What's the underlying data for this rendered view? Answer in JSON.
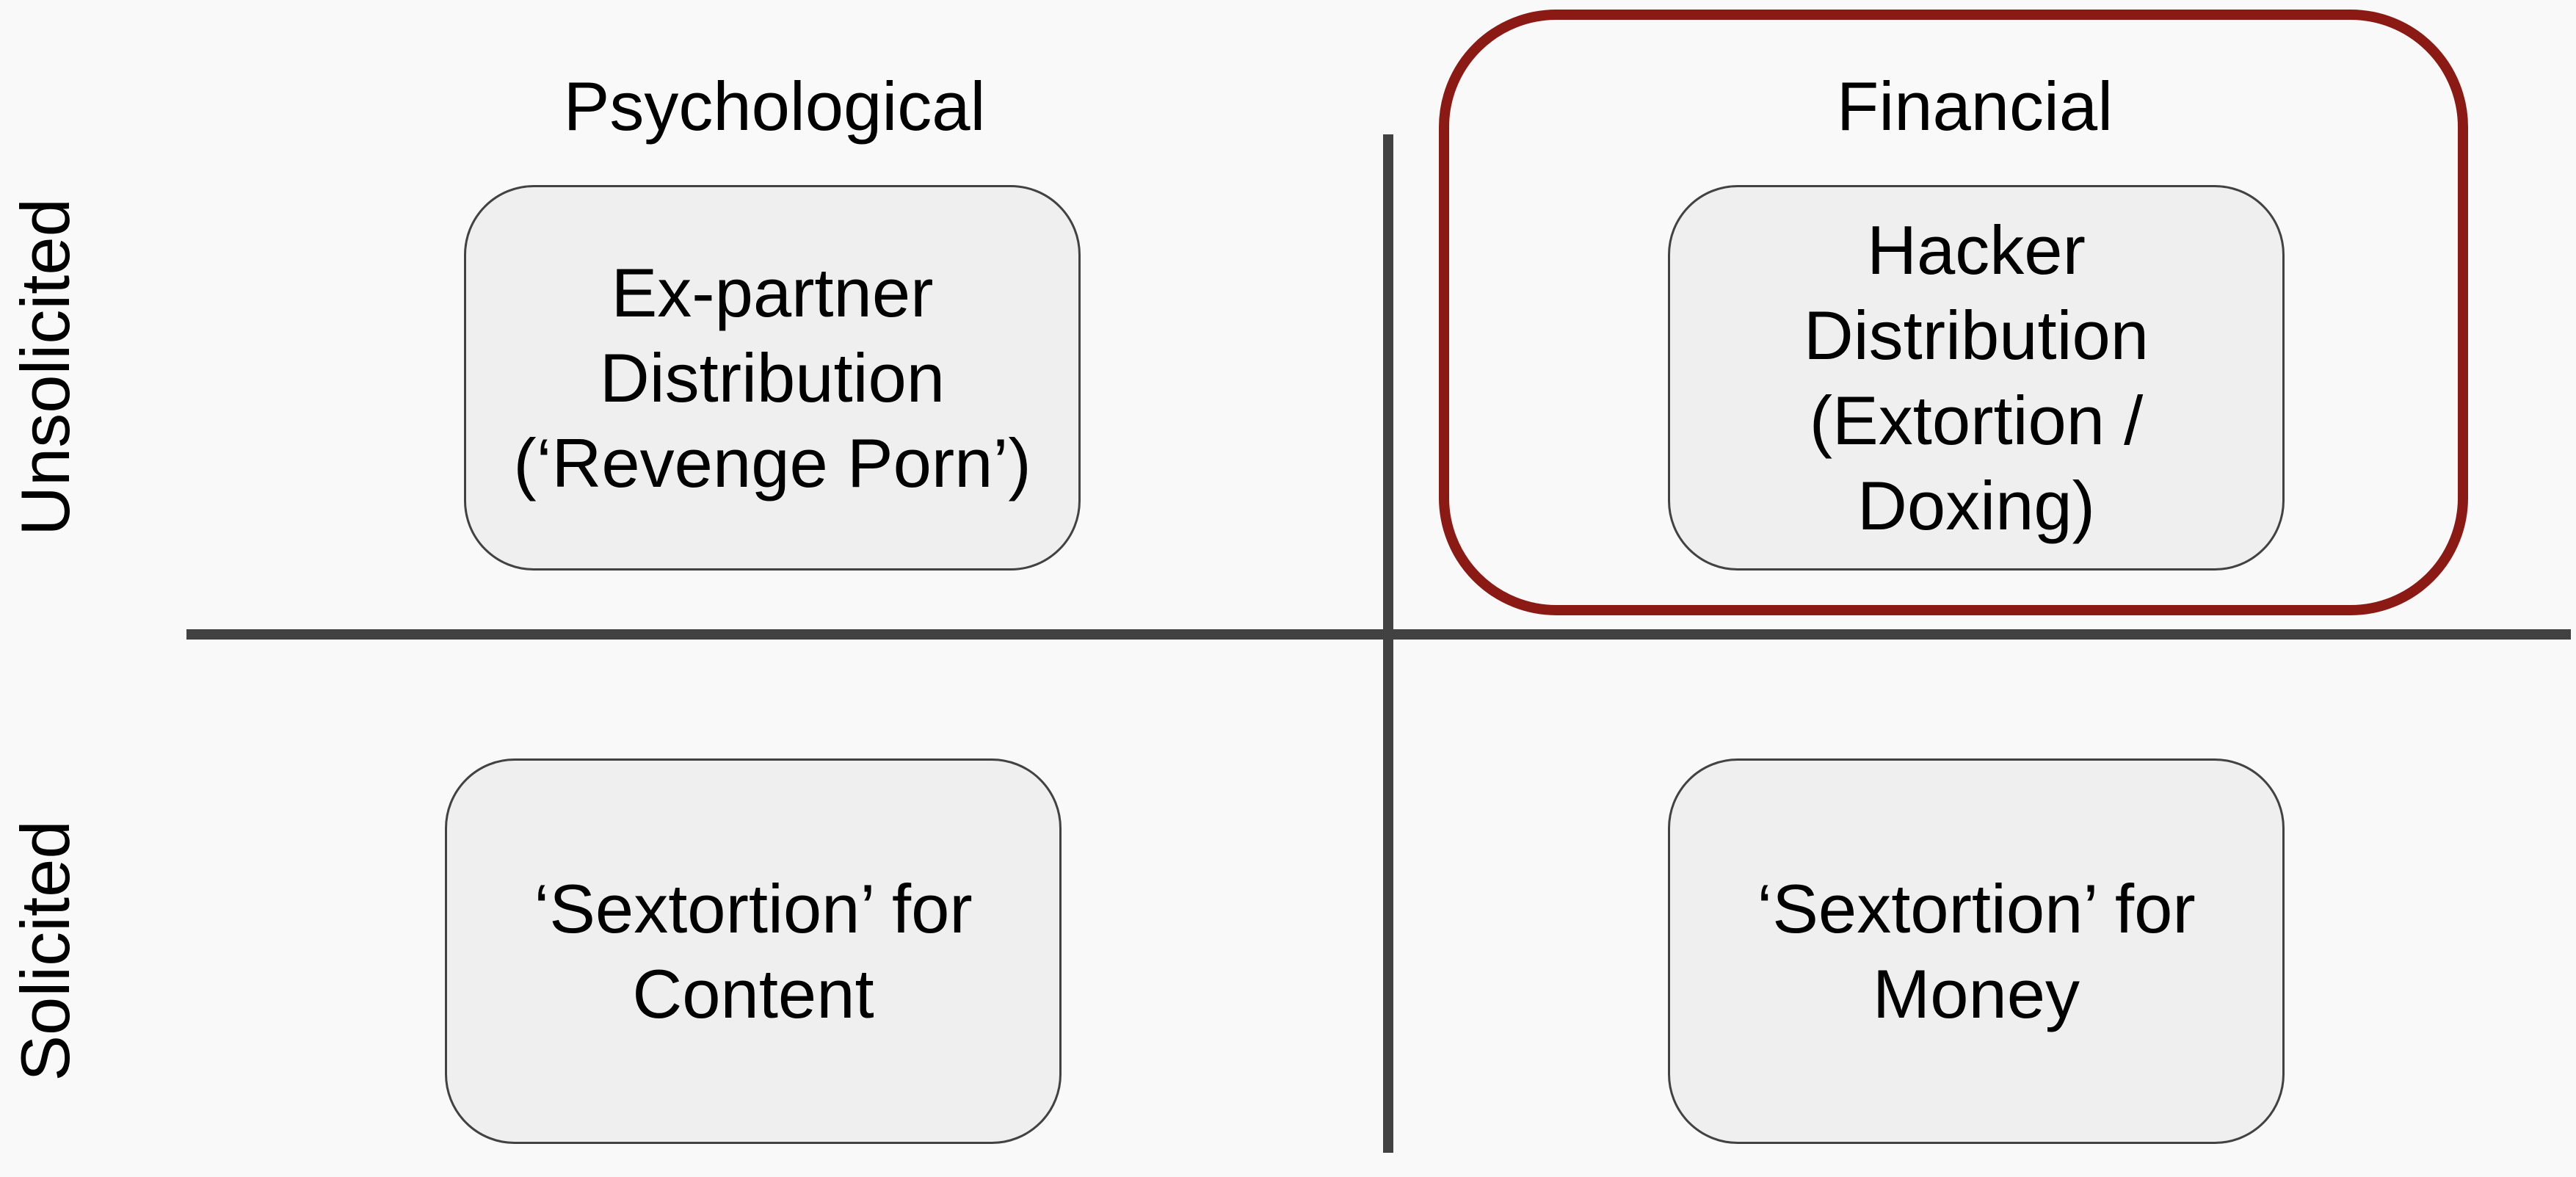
{
  "columns": {
    "psychological": "Psychological",
    "financial": "Financial"
  },
  "rows": {
    "unsolicited": "Unsolicited",
    "solicited": "Solicited"
  },
  "cells": {
    "ex_partner": "Ex-partner\nDistribution\n(‘Revenge Porn’)",
    "hacker": "Hacker\nDistribution\n(Extortion /\nDoxing)",
    "sextortion_content": "‘Sextortion’ for\nContent",
    "sextortion_money": "‘Sextortion’ for\nMoney"
  },
  "colors": {
    "highlight": "#8b1a14",
    "axis": "#424242",
    "box_fill": "#efefef"
  }
}
